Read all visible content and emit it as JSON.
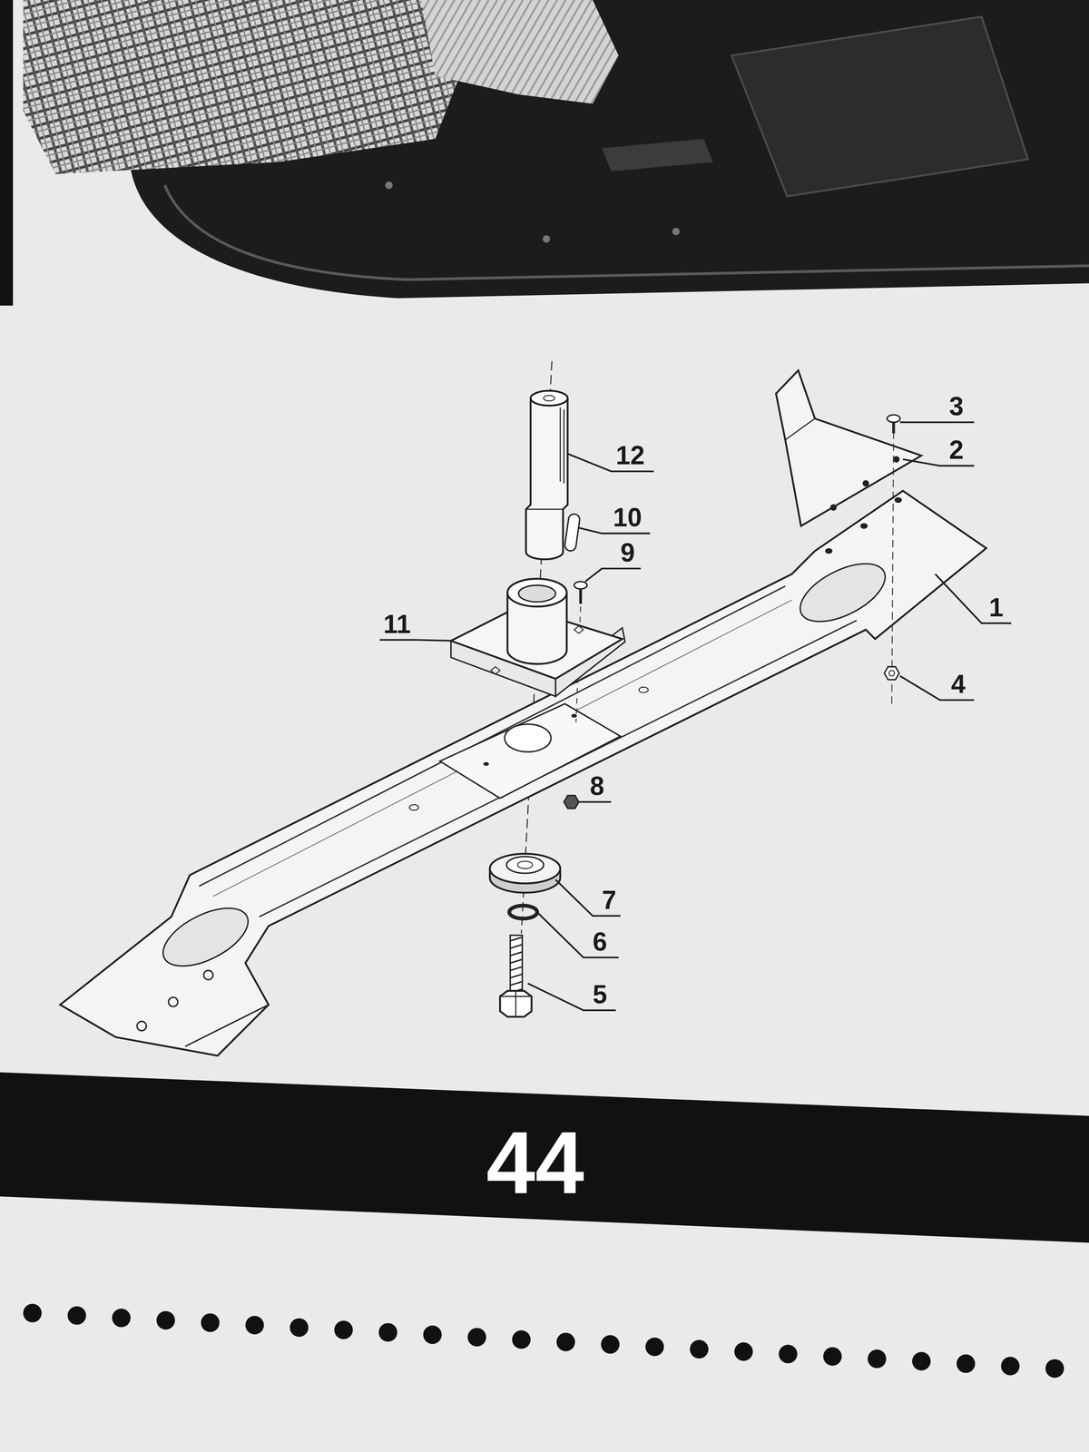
{
  "diagram": {
    "labels": [
      "3",
      "2",
      "12",
      "10",
      "9",
      "1",
      "11",
      "4",
      "8",
      "7",
      "6",
      "5",
      "44"
    ]
  }
}
